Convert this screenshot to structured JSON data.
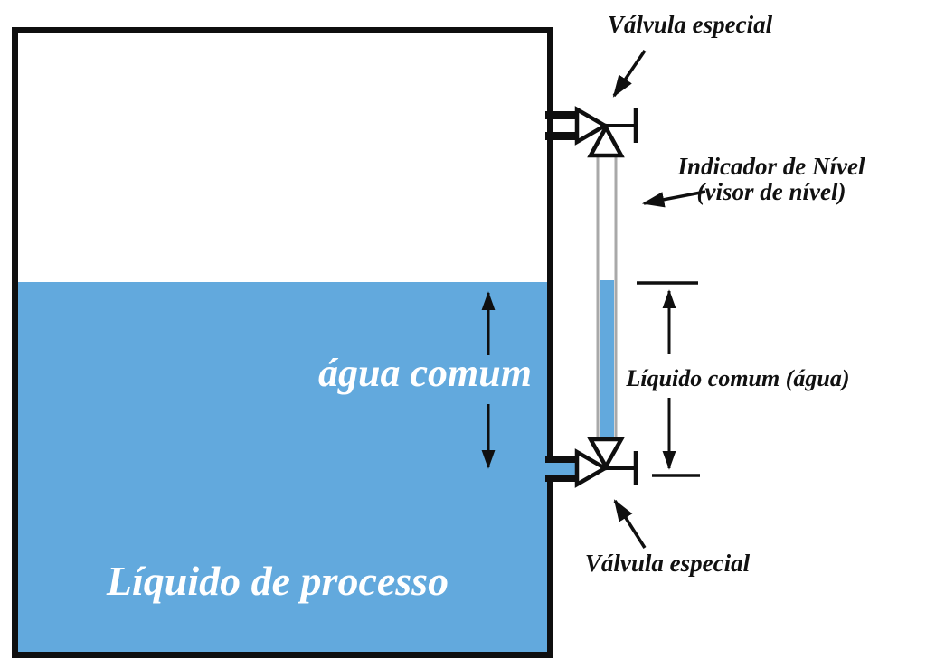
{
  "labels": {
    "valve_top": "Válvula especial",
    "indicator_line1": "Indicador de Nível",
    "indicator_line2": "(visor de nível)",
    "tank_water": "água comum",
    "gauge_water": "Líquido comum (água)",
    "process_liquid": "Líquido de processo",
    "valve_bottom": "Válvula especial"
  },
  "colors": {
    "liquid": "#62a9dd",
    "line": "#0f0f0f",
    "tube_wall": "#a9a9a9",
    "background": "#ffffff",
    "label_dark": "#111111",
    "label_light": "#ffffff"
  }
}
